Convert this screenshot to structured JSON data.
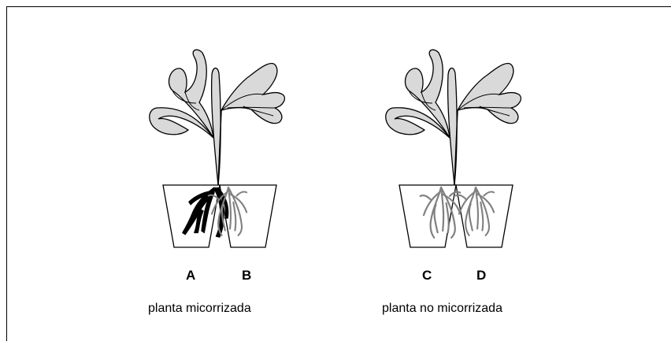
{
  "plants": [
    {
      "caption": "planta micorrizada",
      "pots": [
        {
          "label": "A",
          "roots": "mycorrhizal"
        },
        {
          "label": "B",
          "roots": "normal"
        }
      ]
    },
    {
      "caption": "planta no micorrizada",
      "pots": [
        {
          "label": "C",
          "roots": "normal"
        },
        {
          "label": "D",
          "roots": "normal"
        }
      ]
    }
  ],
  "colors": {
    "leaf_fill": "#d9d9d9",
    "outline": "#000000",
    "normal_root": "#808080",
    "mycorrhizal_root": "#000000"
  }
}
